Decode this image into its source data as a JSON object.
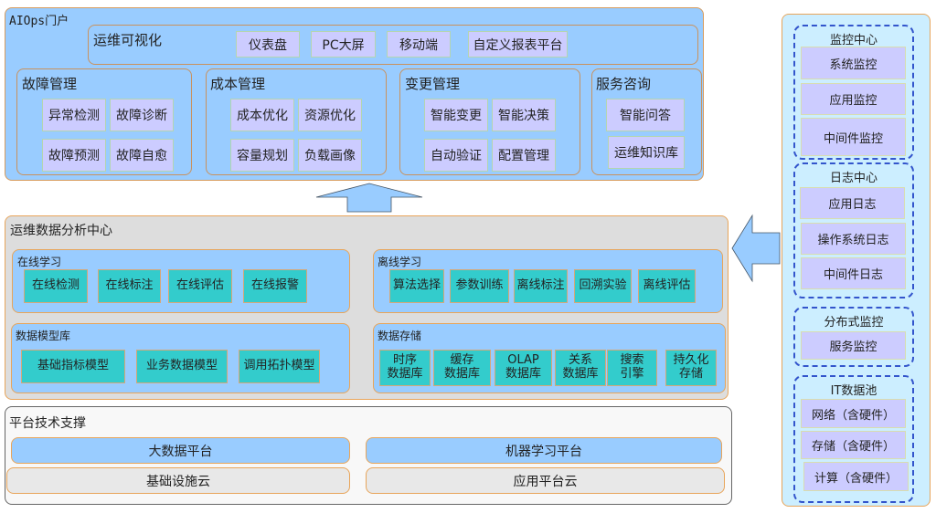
{
  "portal": {
    "title": "AIOps门户",
    "visualization": {
      "title": "运维可视化",
      "items": [
        "仪表盘",
        "PC大屏",
        "移动端",
        "自定义报表平台"
      ]
    },
    "groups": [
      {
        "title": "故障管理",
        "items": [
          "异常检测",
          "故障诊断",
          "故障预测",
          "故障自愈"
        ]
      },
      {
        "title": "成本管理",
        "items": [
          "成本优化",
          "资源优化",
          "容量规划",
          "负载画像"
        ]
      },
      {
        "title": "变更管理",
        "items": [
          "智能变更",
          "智能决策",
          "自动验证",
          "配置管理"
        ]
      },
      {
        "title": "服务咨询",
        "items": [
          "智能问答",
          "运维知识库"
        ]
      }
    ]
  },
  "analysis_center": {
    "title": "运维数据分析中心",
    "online_learning": {
      "title": "在线学习",
      "items": [
        "在线检测",
        "在线标注",
        "在线评估",
        "在线报警"
      ]
    },
    "offline_learning": {
      "title": "离线学习",
      "items": [
        "算法选择",
        "参数训练",
        "离线标注",
        "回溯实验",
        "离线评估"
      ]
    },
    "model_library": {
      "title": "数据模型库",
      "items": [
        "基础指标模型",
        "业务数据模型",
        "调用拓扑模型"
      ]
    },
    "data_storage": {
      "title": "数据存储",
      "items": [
        {
          "line1": "时序",
          "line2": "数据库"
        },
        {
          "line1": "缓存",
          "line2": "数据库"
        },
        {
          "line1": "OLAP",
          "line2": "数据库"
        },
        {
          "line1": "关系",
          "line2": "数据库"
        },
        {
          "line1": "搜索",
          "line2": "引擎"
        },
        {
          "line1": "持久化",
          "line2": "存储"
        }
      ]
    }
  },
  "platform": {
    "title": "平台技术支撑",
    "big_data": "大数据平台",
    "ml_platform": "机器学习平台",
    "infra_cloud": "基础设施云",
    "app_cloud": "应用平台云"
  },
  "right_panel": {
    "monitoring": {
      "title": "监控中心",
      "items": [
        "系统监控",
        "应用监控",
        "中间件监控"
      ]
    },
    "logs": {
      "title": "日志中心",
      "items": [
        "应用日志",
        "操作系统日志",
        "中间件日志"
      ]
    },
    "distributed": {
      "title": "分布式监控",
      "items": [
        "服务监控"
      ]
    },
    "it_pool": {
      "title": "IT数据池",
      "items": [
        "网络（含硬件）",
        "存储（含硬件）",
        "计算（含硬件）"
      ]
    }
  },
  "colors": {
    "portal_bg": "#99CCFF",
    "lavender": "#CCCCFF",
    "teal": "#33CCCC",
    "center_bg": "#DDDDDD",
    "orange_border": "#E8A55A",
    "right_panel_bg": "#CCEEFF",
    "dash_blue": "#3355CC"
  }
}
